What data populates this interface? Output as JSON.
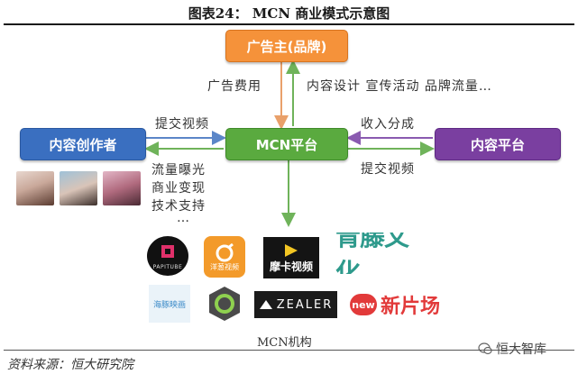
{
  "figure": {
    "title": "图表24：  MCN 商业模式示意图",
    "source": "资料来源：恒大研究院",
    "watermark": "恒大智库"
  },
  "nodes": {
    "advertiser": "广告主(品牌)",
    "mcn": "MCN平台",
    "creator": "内容创作者",
    "platform": "内容平台"
  },
  "edge_labels": {
    "ad_fee": "广告费用",
    "brand_services": "内容设计  宣传活动  品牌流量…",
    "submit_video_left": "提交视频",
    "revenue_share": "收入分成",
    "submit_video_right": "提交视频",
    "support_line1": "流量曝光",
    "support_line2": "商业变现",
    "support_line3": "技术支持",
    "support_line4": "…"
  },
  "agencies": {
    "label": "MCN机构",
    "logos": [
      {
        "name": "PAPITUBE",
        "caption": "PAPITUBE"
      },
      {
        "name": "洋葱视频",
        "caption": "洋葱视频"
      },
      {
        "name": "摩卡视频",
        "caption": "摩卡视频"
      },
      {
        "name": "青藤文化",
        "caption": "青藤文化"
      },
      {
        "name": "海豚映画",
        "caption": "海豚映画"
      },
      {
        "name": "ZEALER",
        "caption": "ZEALER"
      },
      {
        "name": "新片场",
        "caption": "新片场",
        "badge": "new"
      }
    ]
  },
  "colors": {
    "advertiser": "#f5923a",
    "mcn": "#5aaa3f",
    "creator": "#3a6fc0",
    "platform": "#7a3fa0",
    "arrow_orange": "#e9a06a",
    "arrow_blue": "#5b86c8",
    "arrow_green": "#6fb35a",
    "arrow_purple": "#8a5ab0"
  }
}
